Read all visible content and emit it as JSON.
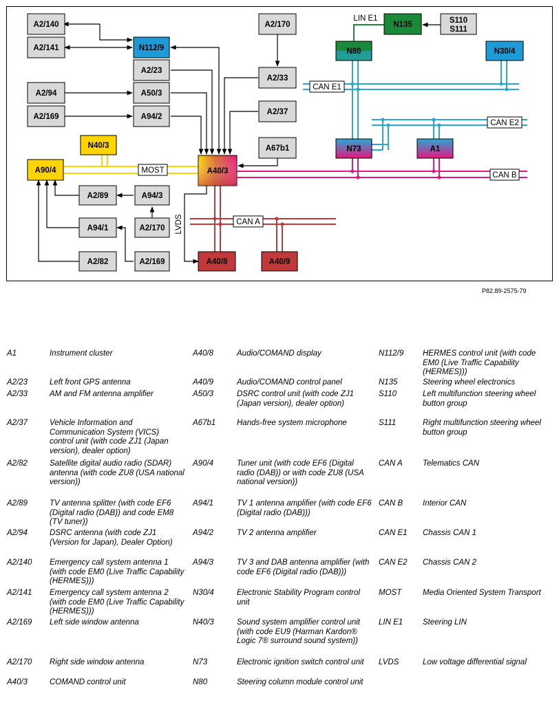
{
  "diagram": {
    "reference": "P82.89-2575-79",
    "colors": {
      "frame": "#000000",
      "gray_box": "#d9d9d9",
      "blue_box": "#1e9ad6",
      "green_box": "#1a8a3a",
      "yellow_box": "#ffd400",
      "red_box": "#c0393b",
      "most_bus": "#ffd400",
      "can_a_bus": "#c0393b",
      "can_b_bus": "#e5177e",
      "can_e_bus": "#27a9d6",
      "lin_bus": "#1a8a3a"
    },
    "components": {
      "a2_140": "A2/140",
      "a2_141": "A2/141",
      "n112_9": "N112/9",
      "a2_23": "A2/23",
      "a2_94": "A2/94",
      "a50_3": "A50/3",
      "a2_169_top": "A2/169",
      "a94_2": "A94/2",
      "n40_3": "N40/3",
      "a90_4": "A90/4",
      "a2_89": "A2/89",
      "a94_3": "A94/3",
      "a94_1": "A94/1",
      "a2_170_left": "A2/170",
      "a2_82": "A2/82",
      "a2_169_bottom": "A2/169",
      "a2_170_top": "A2/170",
      "a2_33": "A2/33",
      "a2_37": "A2/37",
      "a67b1": "A67b1",
      "a40_3": "A40/3",
      "a40_8": "A40/8",
      "a40_9": "A40/9",
      "n135": "N135",
      "s110": "S110",
      "s111": "S111",
      "n80": "N80",
      "n30_4": "N30/4",
      "n73": "N73",
      "a1": "A1"
    },
    "buses": {
      "most": "MOST",
      "can_a": "CAN A",
      "can_b": "CAN B",
      "can_e1": "CAN E1",
      "can_e2": "CAN E2",
      "lin_e1": "LIN E1",
      "lvds": "LVDS"
    }
  },
  "legend": {
    "col1": [
      {
        "code": "A1",
        "desc": "Instrument cluster"
      },
      {
        "code": "A2/23",
        "desc": "Left front GPS antenna"
      },
      {
        "code": "A2/33",
        "desc": "AM and FM antenna amplifier"
      },
      {
        "code": "A2/37",
        "desc": "Vehicle Information and Communication System (VICS) control unit (with code ZJ1 (Japan version), dealer option)"
      },
      {
        "code": "A2/82",
        "desc": "Satellite digital audio radio (SDAR) antenna (with code ZU8 (USA national version))"
      },
      {
        "code": "A2/89",
        "desc": "TV antenna splitter (with code EF6 (Digital radio (DAB)) and code EM8 (TV tuner))"
      },
      {
        "code": "A2/94",
        "desc": "DSRC antenna (with code ZJ1 (Version for Japan), Dealer Option)"
      },
      {
        "code": "A2/140",
        "desc": "Emergency call system antenna 1 (with code EM0 (Live Traffic Capability (HERMES)))"
      },
      {
        "code": "A2/141",
        "desc": "Emergency call system antenna 2 (with code EM0 (Live Traffic Capability (HERMES)))"
      },
      {
        "code": "A2/169",
        "desc": "Left side window antenna"
      },
      {
        "code": "A2/170",
        "desc": "Right side window antenna"
      },
      {
        "code": "A40/3",
        "desc": "COMAND control unit"
      }
    ],
    "col2": [
      {
        "code": "A40/8",
        "desc": "Audio/COMAND display"
      },
      {
        "code": "A40/9",
        "desc": "Audio/COMAND control panel"
      },
      {
        "code": "A50/3",
        "desc": "DSRC control unit (with code ZJ1 (Japan version), dealer option)"
      },
      {
        "code": "A67b1",
        "desc": "Hands-free system microphone"
      },
      {
        "code": "A90/4",
        "desc": "Tuner unit (with code EF6 (Digital radio (DAB)) or with code ZU8 (USA national version))"
      },
      {
        "code": "A94/1",
        "desc": "TV 1 antenna amplifier (with code EF6 (Digital radio (DAB)))"
      },
      {
        "code": "A94/2",
        "desc": "TV 2 antenna amplifier"
      },
      {
        "code": "A94/3",
        "desc": "TV 3 and DAB antenna amplifier (with code EF6 (Digital radio (DAB)))"
      },
      {
        "code": "N30/4",
        "desc": "Electronic Stability Program control unit"
      },
      {
        "code": "N40/3",
        "desc": "Sound system amplifier control unit (with code EU9 (Harman Kardon® Logic 7® surround sound system))"
      },
      {
        "code": "N73",
        "desc": "Electronic ignition switch control unit"
      },
      {
        "code": "N80",
        "desc": "Steering column module control unit"
      }
    ],
    "col3": [
      {
        "code": "N112/9",
        "desc": "HERMES control unit (with code EM0 (Live Traffic Capability (HERMES)))"
      },
      {
        "code": "N135",
        "desc": "Steering wheel electronics"
      },
      {
        "code": "S110",
        "desc": "Left multifunction steering wheel button group"
      },
      {
        "code": "S111",
        "desc": "Right multifunction steering wheel button group"
      },
      {
        "code": "CAN A",
        "desc": "Telematics CAN"
      },
      {
        "code": "CAN B",
        "desc": "Interior CAN"
      },
      {
        "code": "CAN E1",
        "desc": "Chassis CAN 1"
      },
      {
        "code": "CAN E2",
        "desc": "Chassis CAN 2"
      },
      {
        "code": "MOST",
        "desc": "Media Oriented System Transport"
      },
      {
        "code": "LIN E1",
        "desc": "Steering LIN"
      },
      {
        "code": "LVDS",
        "desc": "Low voltage differential signal"
      }
    ]
  }
}
